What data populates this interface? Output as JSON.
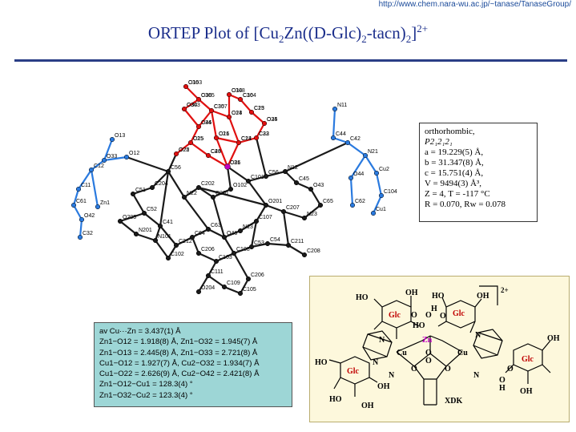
{
  "header": {
    "url": "http://www.chem.nara-wu.ac.jp/~tanase/TanaseGroup/"
  },
  "title": {
    "prefix": "ORTEP Plot of [Cu",
    "s1": "2",
    "mid1": "Zn((D-Glc)",
    "s2": "2",
    "mid2": "-tacn)",
    "s3": "2",
    "end": "]",
    "charge": "2+"
  },
  "cell": {
    "lines": [
      "orthorhombic,",
      "P2₁2₁2₁",
      "a = 19.229(5) Å,",
      "b = 31.347(8) Å,",
      "c = 15.751(4) Å,",
      "V = 9494(3) Å³,",
      "Z = 4, T = -117 °C",
      "R = 0.070, Rw = 0.078"
    ]
  },
  "bonds": {
    "lines": [
      "av Cu···Zn = 3.437(1) Å",
      "Zn1−O12 = 1.918(8) Å, Zn1−O32 = 1.945(7) Å",
      "Zn1−O13 = 2.445(8) Å, Zn1−O33 = 2.721(8) Å",
      "Cu1−O12 = 1.927(7) Å, Cu2−O32 = 1.934(7) Å",
      "Cu1−O22 = 2.626(9) Å, Cu2−O42 = 2.421(8) Å",
      "Zn1−O12−Cu1 = 128.3(4) °",
      "Zn1−O32−Cu2 = 123.3(4) °"
    ]
  },
  "ortep_labels": [
    "C36",
    "O36",
    "O34",
    "O14",
    "C16",
    "C35",
    "C34",
    "C14",
    "C15",
    "O35",
    "C33",
    "C13",
    "O16",
    "O15",
    "O22",
    "C43",
    "C31",
    "O13",
    "O33",
    "C12",
    "C11",
    "C61",
    "O42",
    "C32",
    "Zn1",
    "O12",
    "N11",
    "C44",
    "C42",
    "N21",
    "Cu2",
    "C104",
    "Cu1",
    "O44",
    "C62",
    "C56",
    "C204",
    "C51",
    "C52",
    "C41",
    "N22",
    "C202",
    "C201",
    "O102",
    "C101",
    "C56",
    "N12",
    "C45",
    "O43",
    "C65",
    "N23",
    "C207",
    "O201",
    "C107",
    "N13",
    "O46",
    "C63",
    "C64",
    "C212",
    "C206",
    "C103",
    "C108",
    "C53",
    "C54",
    "C211",
    "C208",
    "C111",
    "C109",
    "C105",
    "C206",
    "O204",
    "O205",
    "N201",
    "N101",
    "C102",
    "O103",
    "C305",
    "C303",
    "C308",
    "C304",
    "C307",
    "O46",
    "O23",
    "C23",
    "O24",
    "C22",
    "C24",
    "C21",
    "C25",
    "O25",
    "C26",
    "O26"
  ],
  "scheme": {
    "charge": "2+",
    "labels": [
      "HO",
      "OH",
      "HO",
      "OH",
      "Glc",
      "O",
      "HO",
      "O",
      "H",
      "Glc",
      "O",
      "N",
      "N",
      "Zn",
      "Cu",
      "Cu",
      "N",
      "N",
      "O",
      "O",
      "O",
      "O",
      "HO",
      "Glc",
      "HO",
      "OH",
      "N",
      "OH",
      "O",
      "O",
      "H",
      "OH",
      "OH",
      "Glc",
      "XDK"
    ]
  },
  "colors": {
    "title": "#1c2f8c",
    "rule": "#2a3e86",
    "bond_box": "#9dd6d6",
    "scheme_bg": "#fdf8dc",
    "ortep_red": "#e01010",
    "ortep_blue": "#2a7adf",
    "ortep_black": "#1a1a1a",
    "zn_label": "#c000c0",
    "glc_label": "#c00000"
  }
}
